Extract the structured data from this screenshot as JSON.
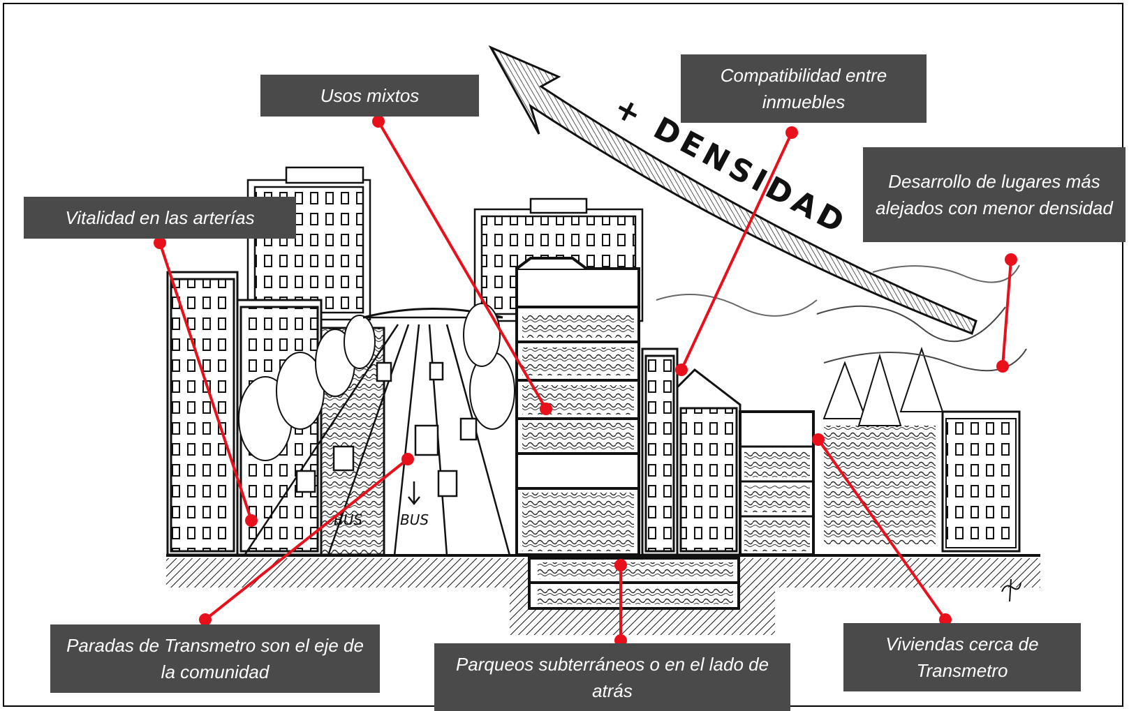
{
  "arrow_text": "+ DENSIDAD",
  "labels": {
    "usos_mixtos": "Usos mixtos",
    "compatibilidad": "Compatibilidad entre inmuebles",
    "vitalidad": "Vitalidad en las arterías",
    "desarrollo": "Desarrollo de lugares más alejados con menor densidad",
    "paradas": "Paradas de Transmetro son el eje de la comunidad",
    "parqueos": "Parqueos subterráneos o en el lado de atrás",
    "viviendas": "Viviendas cerca de Transmetro"
  },
  "sketch_text": {
    "bus_left": "BUS",
    "bus_right": "BUS"
  },
  "colors": {
    "label_bg": "#4a4a4a",
    "label_text": "#ffffff",
    "leader": "#e8101a",
    "ink": "#111111"
  }
}
